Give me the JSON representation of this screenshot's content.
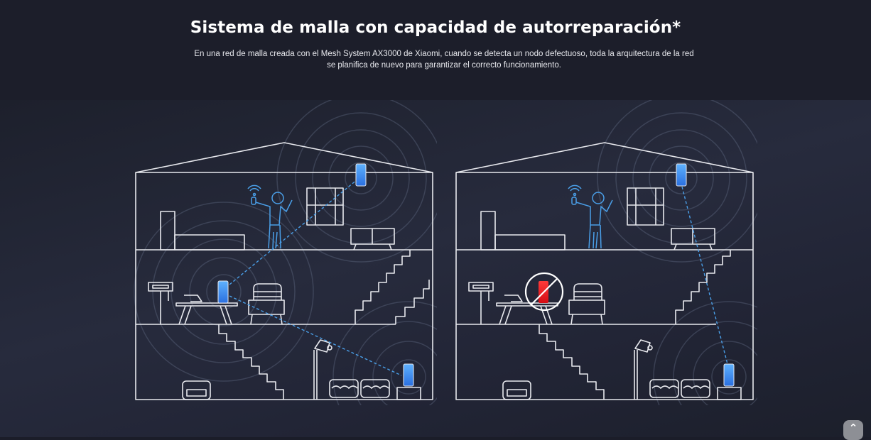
{
  "section": {
    "title": "Sistema de malla con capacidad de autorreparación*",
    "description": "En una red de malla creada con el Mesh System AX3000 de Xiaomi, cuando se detecta un nodo defectuoso, toda la arquitectura de la red se planifica de nuevo para garantizar el correcto funcionamiento."
  },
  "illustrations": [
    {
      "name": "mesh-normal",
      "state": "all nodes working",
      "nodes": [
        "top-floor-node",
        "middle-floor-node",
        "basement-node"
      ],
      "node_color": "#3b8cf0",
      "links": [
        "middle-to-top",
        "middle-to-basement"
      ]
    },
    {
      "name": "mesh-self-healed",
      "state": "middle node failed, network re-routed",
      "nodes": [
        "top-floor-node",
        "failed-middle-node",
        "basement-node"
      ],
      "node_color": "#3b8cf0",
      "failed_color": "#e0141c",
      "links": [
        "top-to-basement"
      ]
    }
  ],
  "colors": {
    "line": "#e8e9ee",
    "accent_blue": "#4a9fe8",
    "failed_red": "#e0141c",
    "background": "#1c1e2a"
  },
  "back_to_top": {
    "icon": "chevron-up-icon",
    "glyph": "︿"
  }
}
